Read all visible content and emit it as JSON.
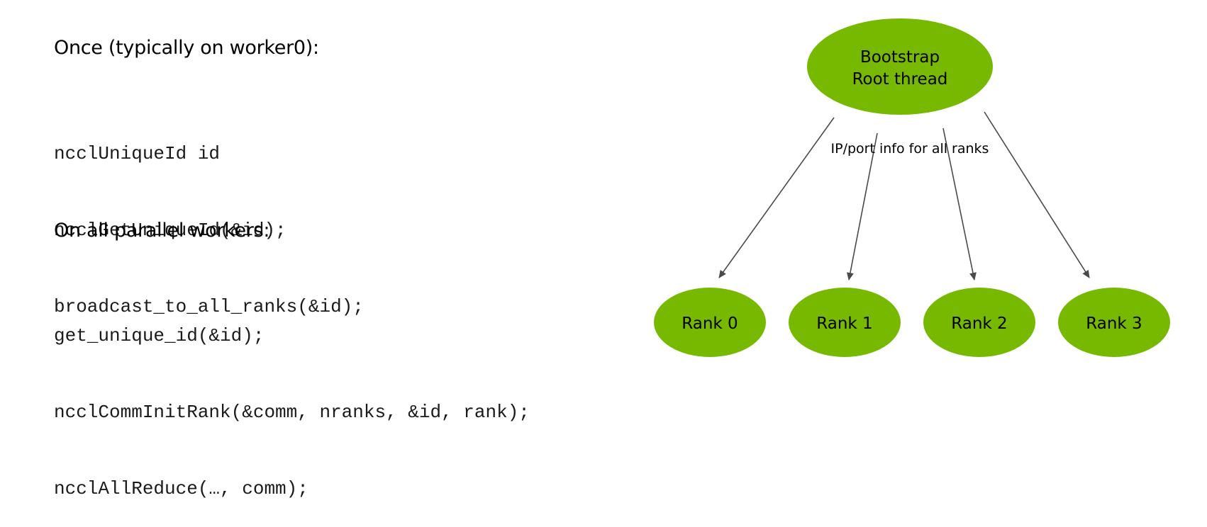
{
  "section_once": {
    "heading": "Once (typically on worker0):",
    "code_lines": [
      "ncclUniqueId id",
      "ncclGetUniqueId(&id);",
      "broadcast_to_all_ranks(&id);"
    ]
  },
  "section_all": {
    "heading": "On all parallel workers:",
    "code_lines": [
      "get_unique_id(&id);",
      "ncclCommInitRank(&comm, nranks, &id, rank);",
      "ncclAllReduce(…, comm);"
    ]
  },
  "diagram": {
    "node_color": "#76b900",
    "edge_color": "#4a4a4a",
    "root": {
      "line1": "Bootstrap",
      "line2": "Root thread"
    },
    "edge_label": "IP/port info for all ranks",
    "ranks": [
      "Rank 0",
      "Rank 1",
      "Rank 2",
      "Rank 3"
    ]
  }
}
